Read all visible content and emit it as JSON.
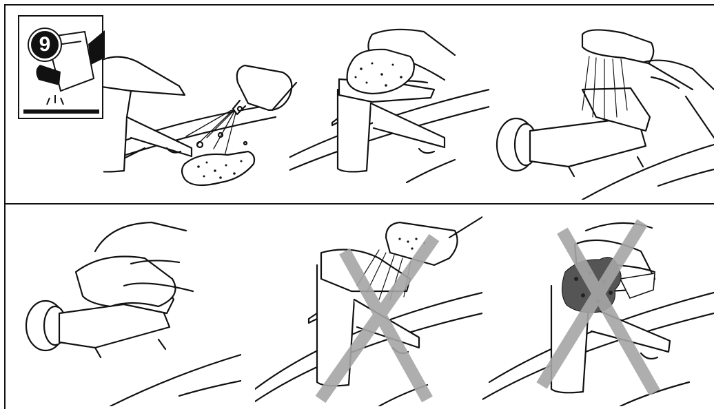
{
  "step": {
    "number": "9"
  },
  "panels": [
    {
      "id": "p1",
      "icon": "spray-cleaner-on-sponge",
      "allowed": true
    },
    {
      "id": "p2",
      "icon": "sponge-wipe-faucet",
      "allowed": true
    },
    {
      "id": "p3",
      "icon": "shower-rinse-faucet",
      "allowed": true
    },
    {
      "id": "p4",
      "icon": "cloth-dry-faucet",
      "allowed": true
    },
    {
      "id": "p5",
      "icon": "direct-spray-forbidden",
      "allowed": false
    },
    {
      "id": "p6",
      "icon": "abrasive-scrub-forbidden",
      "allowed": false
    }
  ],
  "colors": {
    "line": "#111111",
    "cross": "#a6a6a6",
    "background": "#ffffff"
  }
}
